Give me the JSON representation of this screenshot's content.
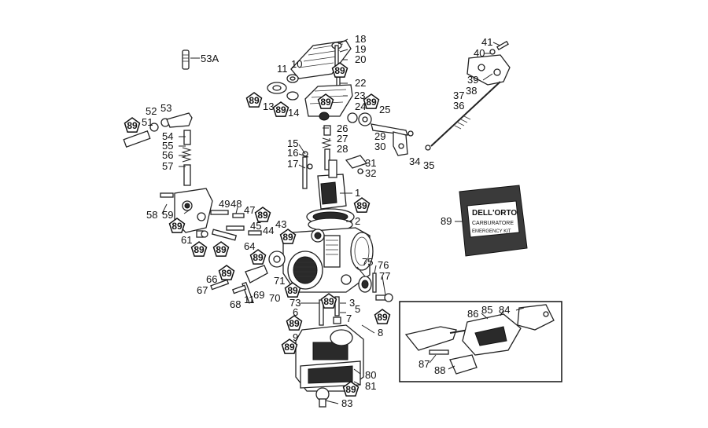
{
  "callouts": [
    {
      "id": "c18",
      "text": "18"
    },
    {
      "id": "c19",
      "text": "19"
    },
    {
      "id": "c20",
      "text": "20"
    },
    {
      "id": "c11a",
      "text": "11"
    },
    {
      "id": "c10",
      "text": "10"
    },
    {
      "id": "c22",
      "text": "22"
    },
    {
      "id": "c23",
      "text": "23"
    },
    {
      "id": "c13",
      "text": "13"
    },
    {
      "id": "c14",
      "text": "14"
    },
    {
      "id": "c24",
      "text": "24"
    },
    {
      "id": "c25",
      "text": "25"
    },
    {
      "id": "c26",
      "text": "26"
    },
    {
      "id": "c27",
      "text": "27"
    },
    {
      "id": "c28",
      "text": "28"
    },
    {
      "id": "c29",
      "text": "29"
    },
    {
      "id": "c30",
      "text": "30"
    },
    {
      "id": "c15",
      "text": "15"
    },
    {
      "id": "c16",
      "text": "16"
    },
    {
      "id": "c17",
      "text": "17"
    },
    {
      "id": "c31",
      "text": "31"
    },
    {
      "id": "c32",
      "text": "32"
    },
    {
      "id": "c1",
      "text": "1"
    },
    {
      "id": "c2",
      "text": "2"
    },
    {
      "id": "c53A",
      "text": "53A"
    },
    {
      "id": "c52",
      "text": "52"
    },
    {
      "id": "c53",
      "text": "53"
    },
    {
      "id": "c51",
      "text": "51"
    },
    {
      "id": "c54",
      "text": "54"
    },
    {
      "id": "c55",
      "text": "55"
    },
    {
      "id": "c56",
      "text": "56"
    },
    {
      "id": "c57",
      "text": "57"
    },
    {
      "id": "c58",
      "text": "58"
    },
    {
      "id": "c59",
      "text": "59"
    },
    {
      "id": "c49",
      "text": "49"
    },
    {
      "id": "c48",
      "text": "48"
    },
    {
      "id": "c47",
      "text": "47"
    },
    {
      "id": "c45",
      "text": "45"
    },
    {
      "id": "c44",
      "text": "44"
    },
    {
      "id": "c43",
      "text": "43"
    },
    {
      "id": "c61",
      "text": "61"
    },
    {
      "id": "c64",
      "text": "64"
    },
    {
      "id": "c66",
      "text": "66"
    },
    {
      "id": "c67",
      "text": "67"
    },
    {
      "id": "c68",
      "text": "68"
    },
    {
      "id": "c11b",
      "text": "11"
    },
    {
      "id": "c69",
      "text": "69"
    },
    {
      "id": "c70",
      "text": "70"
    },
    {
      "id": "c71",
      "text": "71"
    },
    {
      "id": "c73",
      "text": "73"
    },
    {
      "id": "c6",
      "text": "6"
    },
    {
      "id": "c9",
      "text": "9"
    },
    {
      "id": "c3",
      "text": "3"
    },
    {
      "id": "c5",
      "text": "5"
    },
    {
      "id": "c7",
      "text": "7"
    },
    {
      "id": "c8",
      "text": "8"
    },
    {
      "id": "c75",
      "text": "75"
    },
    {
      "id": "c76",
      "text": "76"
    },
    {
      "id": "c77",
      "text": "77"
    },
    {
      "id": "c80",
      "text": "80"
    },
    {
      "id": "c81",
      "text": "81"
    },
    {
      "id": "c83",
      "text": "83"
    },
    {
      "id": "c41",
      "text": "41"
    },
    {
      "id": "c40",
      "text": "40"
    },
    {
      "id": "c39",
      "text": "39"
    },
    {
      "id": "c37",
      "text": "37"
    },
    {
      "id": "c38",
      "text": "38"
    },
    {
      "id": "c36",
      "text": "36"
    },
    {
      "id": "c34",
      "text": "34"
    },
    {
      "id": "c35",
      "text": "35"
    },
    {
      "id": "c89bag",
      "text": "89"
    },
    {
      "id": "c86",
      "text": "86"
    },
    {
      "id": "c85",
      "text": "85"
    },
    {
      "id": "c84",
      "text": "84"
    },
    {
      "id": "c87",
      "text": "87"
    },
    {
      "id": "c88",
      "text": "88"
    }
  ],
  "pentagon_label": "89",
  "kit_bag": {
    "brand": "DELL'ORTO",
    "line1": "CARBURATORE",
    "line2": "EMERGENCY KIT"
  }
}
